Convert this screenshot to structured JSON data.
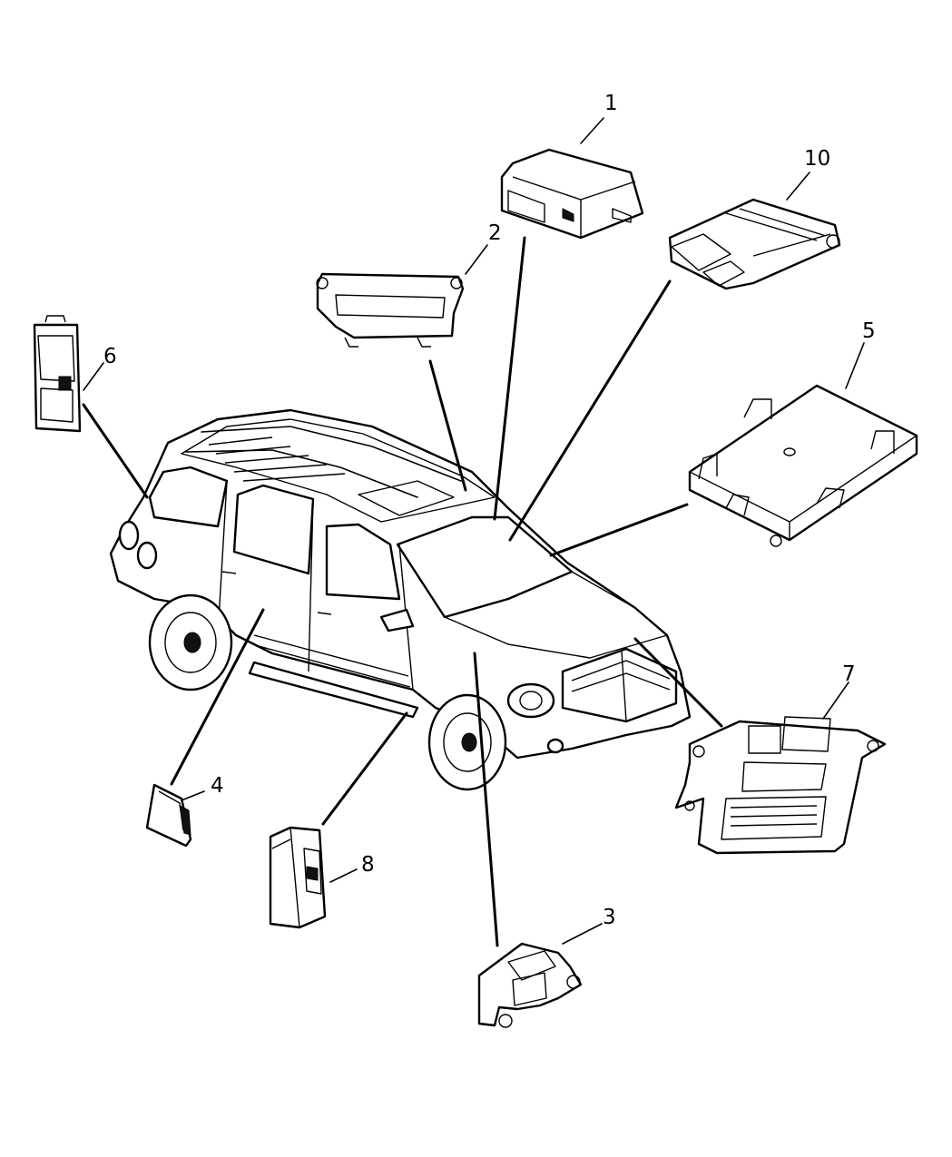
{
  "callouts": {
    "c1": "1",
    "c2": "2",
    "c3": "3",
    "c4": "4",
    "c5": "5",
    "c6": "6",
    "c7": "7",
    "c8": "8",
    "c10": "10"
  }
}
